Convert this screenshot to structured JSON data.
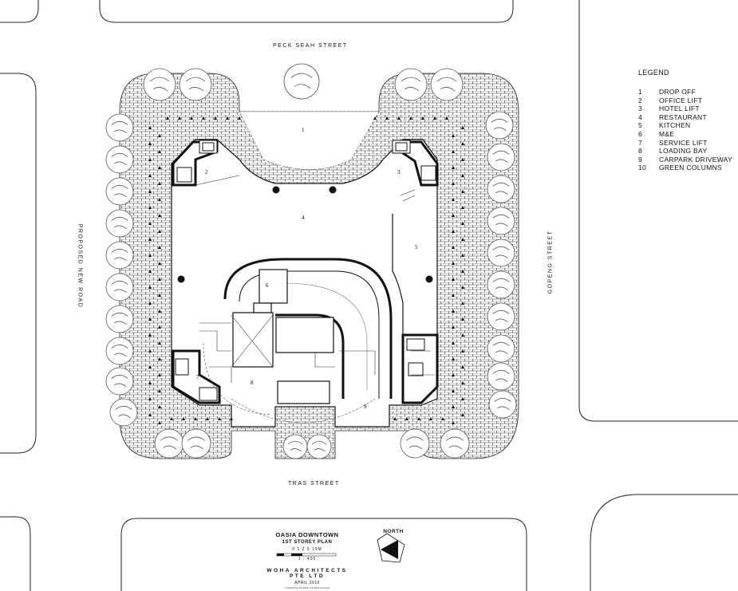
{
  "streets": {
    "top": "PECK SEAH STREET",
    "bottom": "TRAS STREET",
    "left": "PROPOSED NEW ROAD",
    "right": "GOPENG STREET"
  },
  "legend": {
    "title": "LEGEND",
    "items": [
      {
        "num": "1",
        "label": "DROP OFF"
      },
      {
        "num": "2",
        "label": "OFFICE LIFT"
      },
      {
        "num": "3",
        "label": "HOTEL LIFT"
      },
      {
        "num": "4",
        "label": "RESTAURANT"
      },
      {
        "num": "5",
        "label": "KITCHEN"
      },
      {
        "num": "6",
        "label": "M&E"
      },
      {
        "num": "7",
        "label": "SERVICE LIFT"
      },
      {
        "num": "8",
        "label": "LOADING BAY"
      },
      {
        "num": "9",
        "label": "CARPARK DRIVEWAY"
      },
      {
        "num": "10",
        "label": "GREEN COLUMNS"
      }
    ]
  },
  "rooms": {
    "r1": "1",
    "r2": "2",
    "r3": "3",
    "r4": "4",
    "r5": "5",
    "r6": "6",
    "r7": "7",
    "r8": "8",
    "r9": "9"
  },
  "title_block": {
    "project": "OASIA DOWNTOWN",
    "sheet": "1ST STOREY PLAN",
    "scale_ticks": "0  1  2  5      10M",
    "scale": "1 : 400",
    "firm": "WOHA ARCHITECTS PTE LTD",
    "date": "APRIL 2016",
    "copyright": "© WOHA Pte Ltd 2016 . All rights reserved."
  },
  "north": {
    "label": "NORTH"
  }
}
